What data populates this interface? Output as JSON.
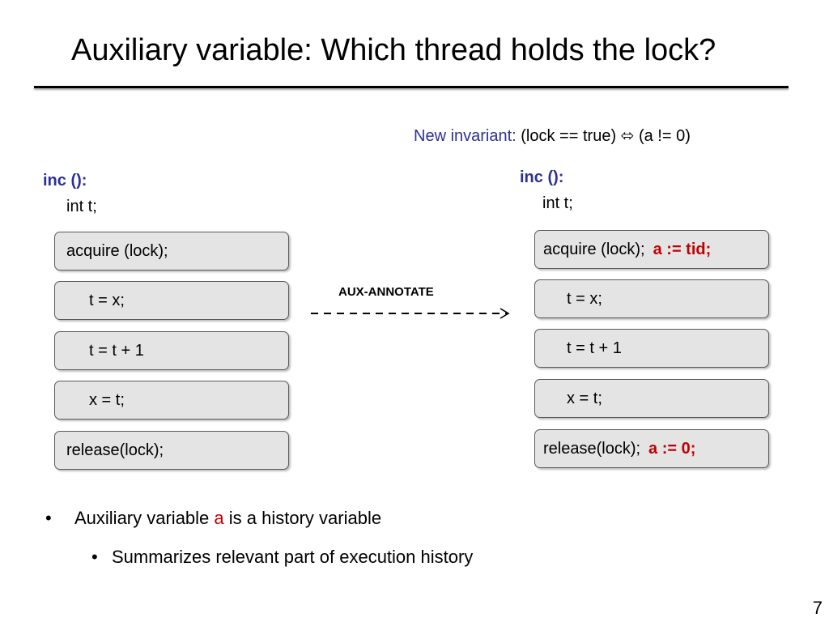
{
  "title": "Auxiliary variable: Which thread holds the lock?",
  "invariant": {
    "label": "New invariant:",
    "text": " (lock == true) ⬄ (a != 0)"
  },
  "left": {
    "name": "inc ():",
    "decl": "int t;",
    "stmts": [
      "acquire (lock);",
      "t = x;",
      "t = t + 1",
      "x = t;",
      "release(lock);"
    ]
  },
  "right": {
    "name": "inc ():",
    "decl": "int t;",
    "stmts": [
      "acquire (lock);",
      "t = x;",
      "t = t + 1",
      "x = t;",
      "release(lock);"
    ],
    "annotations": {
      "acquire": "a := tid;",
      "release": "a := 0;"
    }
  },
  "arrow_label": "AUX-ANNOTATE",
  "bullets": [
    {
      "pre": "Auxiliary variable ",
      "highlight": "a",
      "post": " is a history variable"
    },
    {
      "text": "Summarizes relevant part of execution history"
    }
  ],
  "bullet_markers": [
    "•",
    "•"
  ],
  "page_number": "7",
  "colors": {
    "accent_blue": "#2e3192",
    "accent_red": "#c00000",
    "box_fill": "#e4e4e4"
  }
}
